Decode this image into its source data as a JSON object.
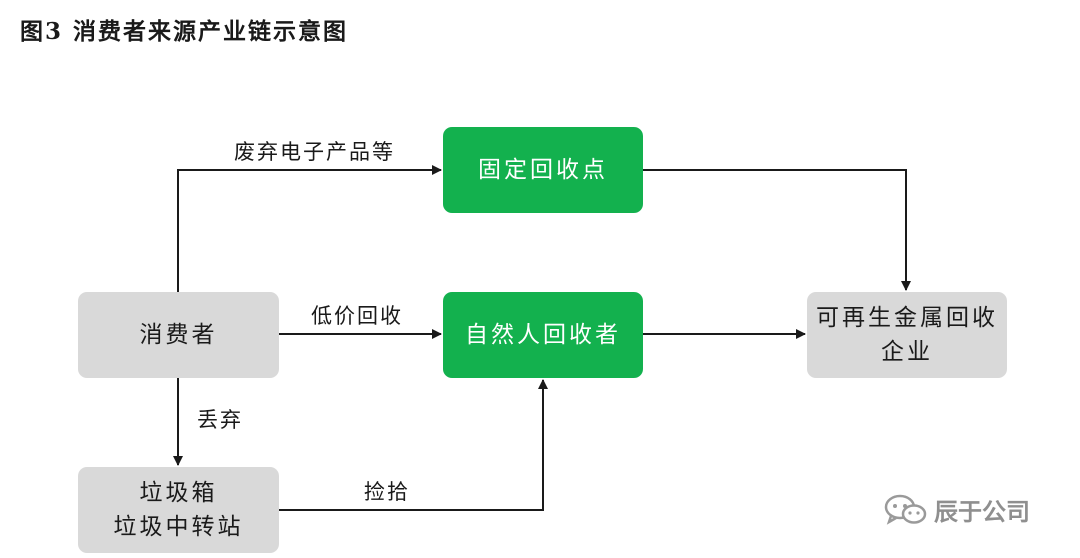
{
  "title": "图3  消费者来源产业链示意图",
  "nodes": {
    "consumer": "消费者",
    "fixed_point": "固定回收点",
    "natural_collector": "自然人回收者",
    "trash_line1": "垃圾箱",
    "trash_line2": "垃圾中转站",
    "metal_line1": "可再生金属回收",
    "metal_line2": "企业"
  },
  "edges": {
    "to_fixed": "废弃电子产品等",
    "to_natural": "低价回收",
    "to_trash": "丢弃",
    "trash_to_natural": "捡拾"
  },
  "watermark": "辰于公司",
  "colors": {
    "green": "#13b14e",
    "gray": "#d9d9d9",
    "arrow": "#1a1a1a"
  }
}
